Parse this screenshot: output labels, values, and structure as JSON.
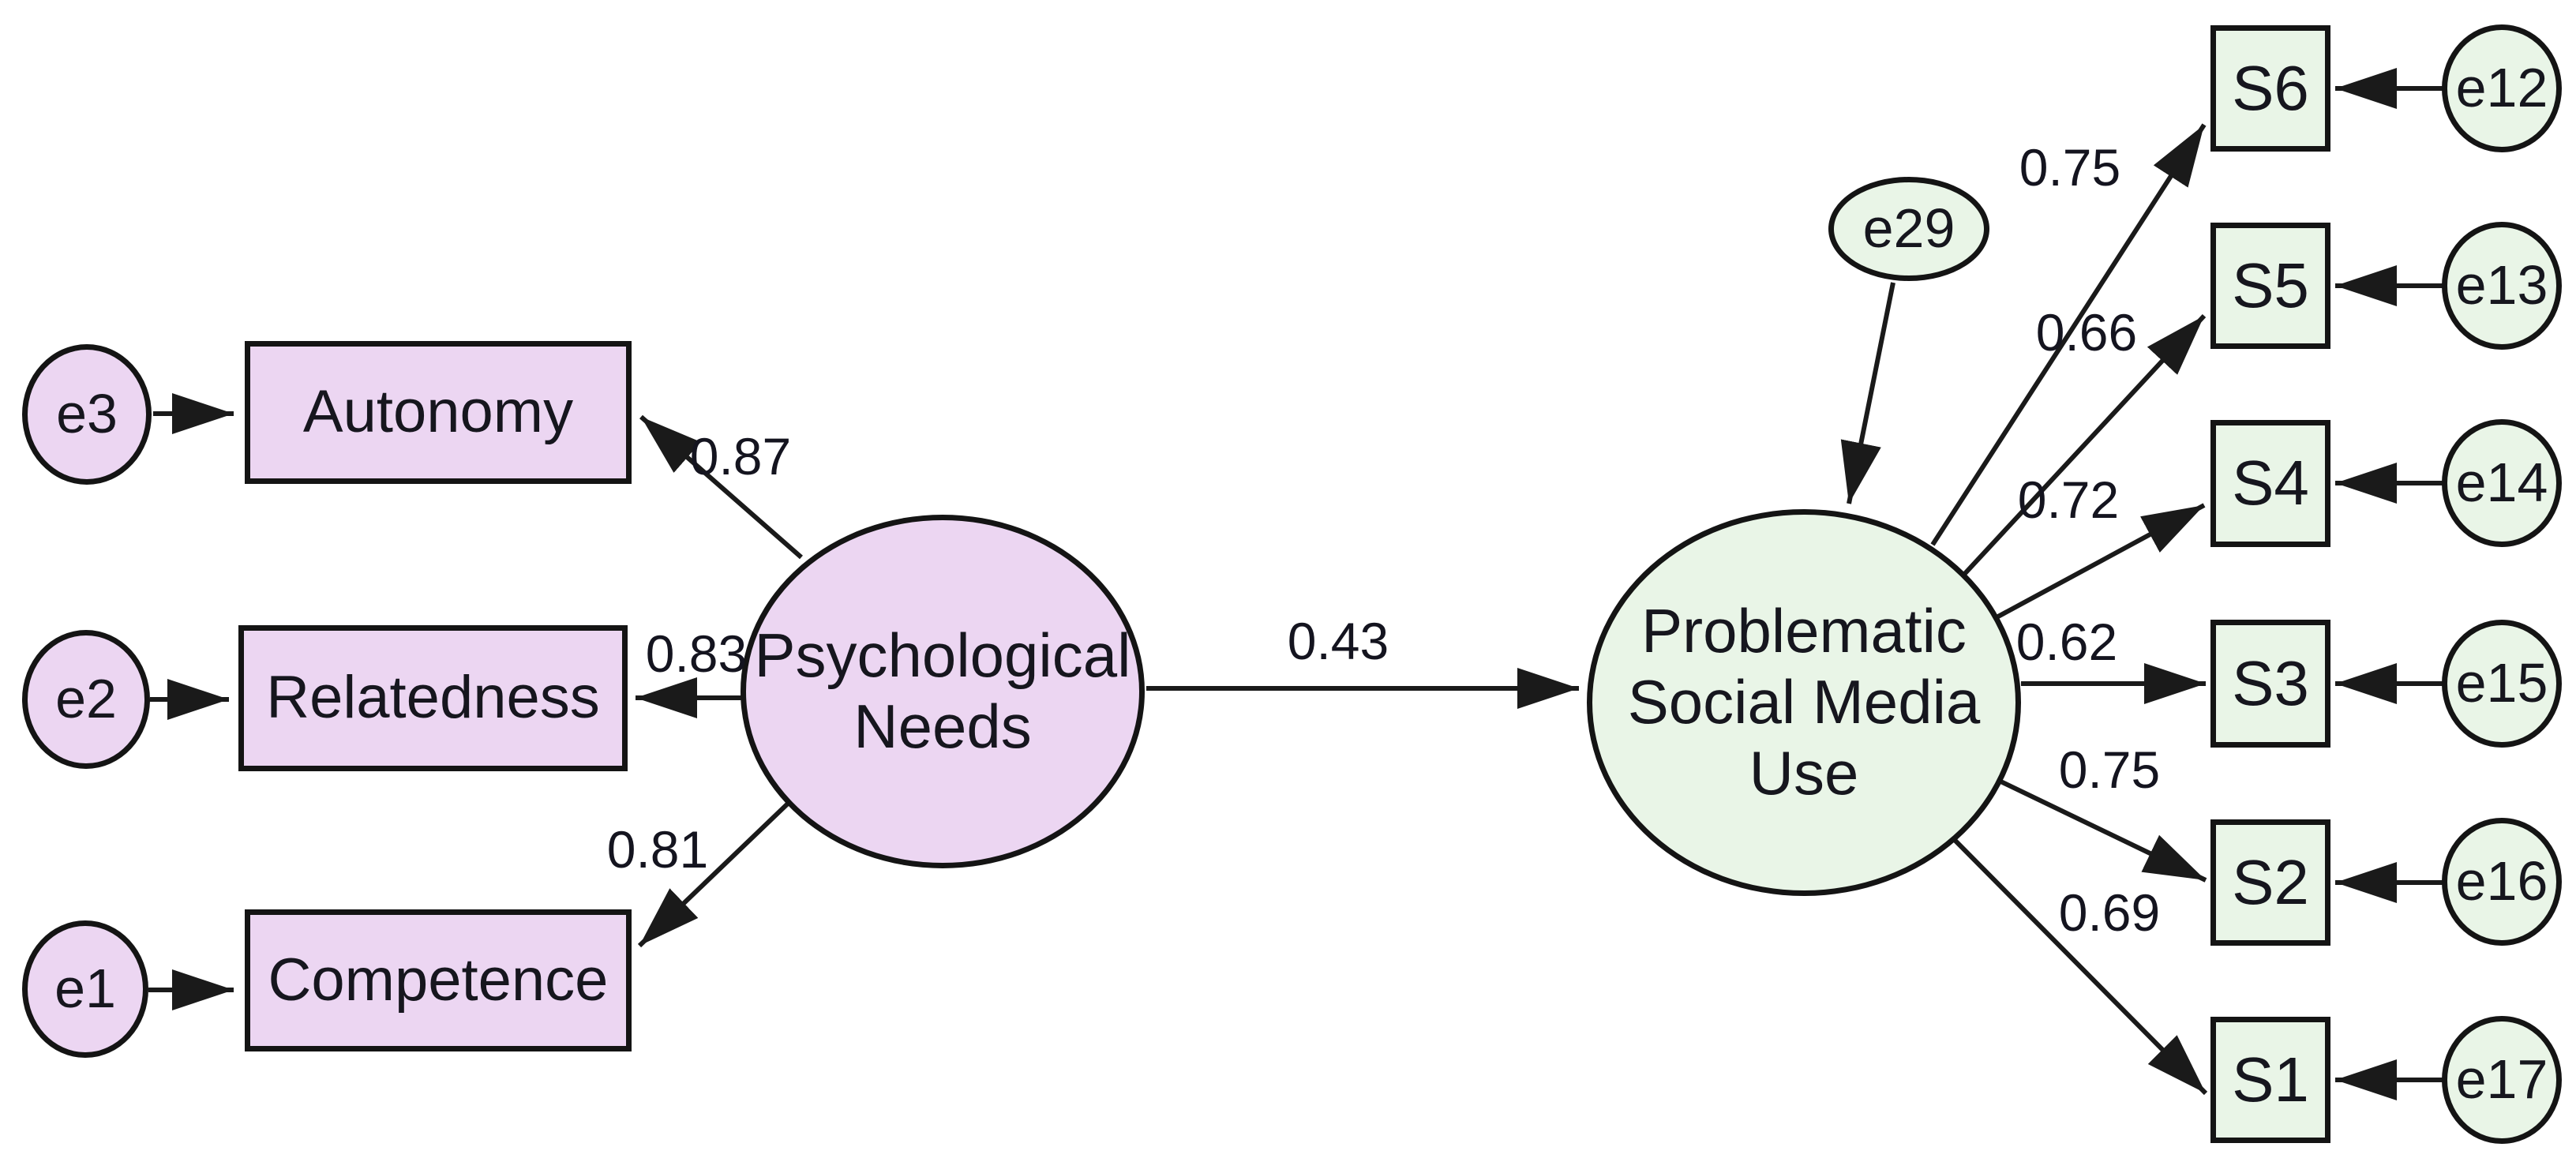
{
  "latents": {
    "pn": {
      "line1": "Psychological",
      "line2": "Needs"
    },
    "psmu": {
      "line1": "Problematic",
      "line2": "Social Media",
      "line3": "Use"
    }
  },
  "structural": {
    "coefficient": "0.43"
  },
  "disturbance": {
    "label": "e29"
  },
  "pn_indicators": [
    {
      "label": "Autonomy",
      "loading": "0.87",
      "error": "e3"
    },
    {
      "label": "Relatedness",
      "loading": "0.83",
      "error": "e2"
    },
    {
      "label": "Competence",
      "loading": "0.81",
      "error": "e1"
    }
  ],
  "psmu_indicators": [
    {
      "label": "S6",
      "loading": "0.75",
      "error": "e12"
    },
    {
      "label": "S5",
      "loading": "0.66",
      "error": "e13"
    },
    {
      "label": "S4",
      "loading": "0.72",
      "error": "e14"
    },
    {
      "label": "S3",
      "loading": "0.62",
      "error": "e15"
    },
    {
      "label": "S2",
      "loading": "0.75",
      "error": "e16"
    },
    {
      "label": "S1",
      "loading": "0.69",
      "error": "e17"
    }
  ],
  "colors": {
    "pn_fill": "#ecd6f2",
    "psmu_fill": "#e9f5e7",
    "line": "#1a1a1a",
    "text": "#16161e",
    "background": "#ffffff"
  }
}
